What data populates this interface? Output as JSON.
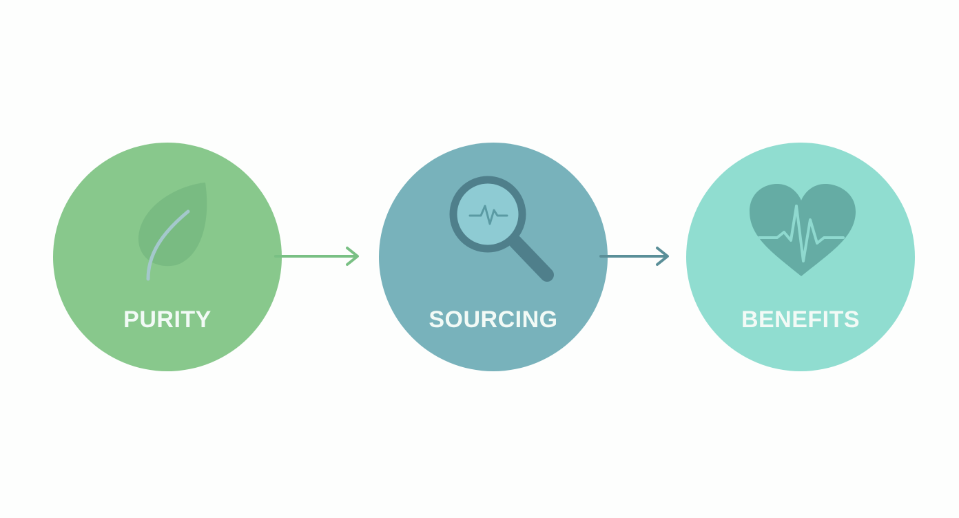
{
  "diagram": {
    "steps": [
      {
        "label": "PURITY",
        "icon": "leaf-icon",
        "color": "#88c88c"
      },
      {
        "label": "SOURCING",
        "icon": "magnifier-pulse-icon",
        "color": "#78b2bb"
      },
      {
        "label": "BENEFITS",
        "icon": "heart-heartbeat-icon",
        "color": "#90ddd0"
      }
    ],
    "arrows": [
      {
        "from": "PURITY",
        "to": "SOURCING",
        "color": "#79c084"
      },
      {
        "from": "SOURCING",
        "to": "BENEFITS",
        "color": "#5a8f98"
      }
    ]
  }
}
